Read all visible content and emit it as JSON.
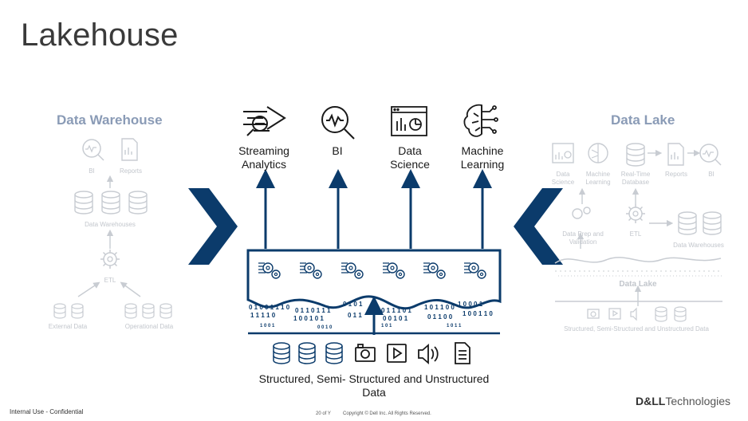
{
  "slide": {
    "title": "Lakehouse"
  },
  "left_panel": {
    "title": "Data Warehouse",
    "labels": {
      "bi": "BI",
      "reports": "Reports",
      "data_warehouses": "Data Warehouses",
      "etl": "ETL",
      "external_data": "External Data",
      "operational_data": "Operational Data"
    }
  },
  "right_panel": {
    "title": "Data Lake",
    "labels": {
      "data_science": "Data\nScience",
      "machine_learning": "Machine\nLearning",
      "real_time_database": "Real-Time\nDatabase",
      "reports": "Reports",
      "bi": "BI",
      "data_prep": "Data Prep and\nValidation",
      "etl": "ETL",
      "data_warehouses": "Data Warehouses",
      "data_lake": "Data Lake",
      "sources": "Structured, Semi-Structured and Unstructured Data"
    }
  },
  "center": {
    "outputs": [
      {
        "label": "Streaming\nAnalytics",
        "icon": "streaming-analytics-icon"
      },
      {
        "label": "BI",
        "icon": "bi-magnifier-icon"
      },
      {
        "label": "Data\nScience",
        "icon": "data-science-icon"
      },
      {
        "label": "Machine\nLearning",
        "icon": "machine-learning-brain-icon"
      }
    ],
    "sources_label": "Structured, Semi- Structured and Unstructured Data",
    "source_icons": [
      "database-icon",
      "database-icon",
      "database-icon",
      "camera-icon",
      "video-play-icon",
      "audio-speaker-icon",
      "document-icon"
    ]
  },
  "footer": {
    "classification": "Internal Use - Confidential",
    "page": "20 of Y",
    "copyright": "Copyright © Dell Inc. All Rights Reserved.",
    "brand_bold": "D&LL",
    "brand_light": "Technologies"
  },
  "colors": {
    "navy": "#0b3b6b",
    "faded": "#c8ccd2",
    "side_title": "#8a9bb6"
  }
}
